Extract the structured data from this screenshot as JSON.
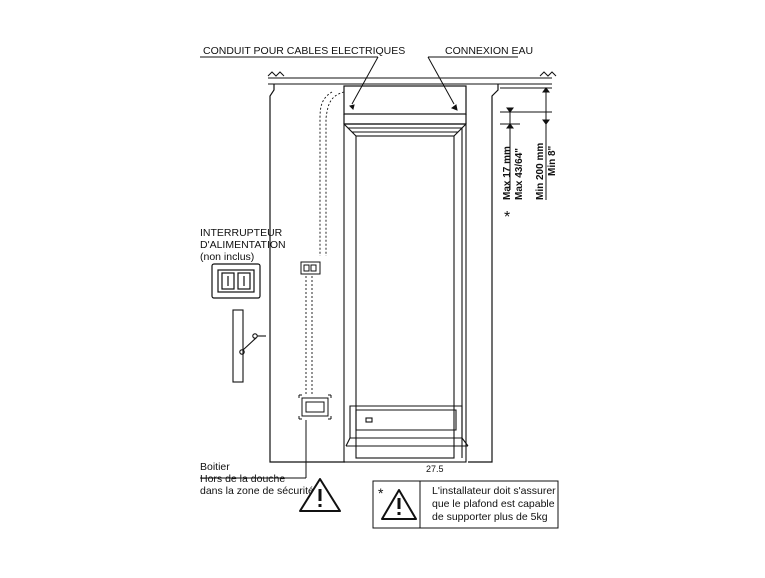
{
  "labels": {
    "cable_conduit": "CONDUIT POUR CABLES ELECTRIQUES",
    "water_connection": "CONNEXION EAU",
    "power_switch_line1": "INTERRUPTEUR",
    "power_switch_line2": "D'ALIMENTATION",
    "power_switch_line3": "(non inclus)",
    "box_line1": "Boitier",
    "box_line2": "Hors de la douche",
    "box_line3": "dans la zone de sécurité",
    "base_width": "27.5"
  },
  "dimensions": {
    "max_mm": "Max  17  mm",
    "max_in": "Max  43/64\"",
    "min_mm": "Min  200  mm",
    "min_in": "Min  8\"",
    "asterisk": "*"
  },
  "note": {
    "asterisk": "*",
    "line1": "L'installateur doit s'assurer",
    "line2": "que le plafond est capable",
    "line3": "de supporter plus de 5kg"
  },
  "icons": {
    "warning_left": "warning-triangle-icon",
    "warning_note": "warning-triangle-icon"
  },
  "colors": {
    "line": "#111111",
    "fill": "#ffffff"
  }
}
